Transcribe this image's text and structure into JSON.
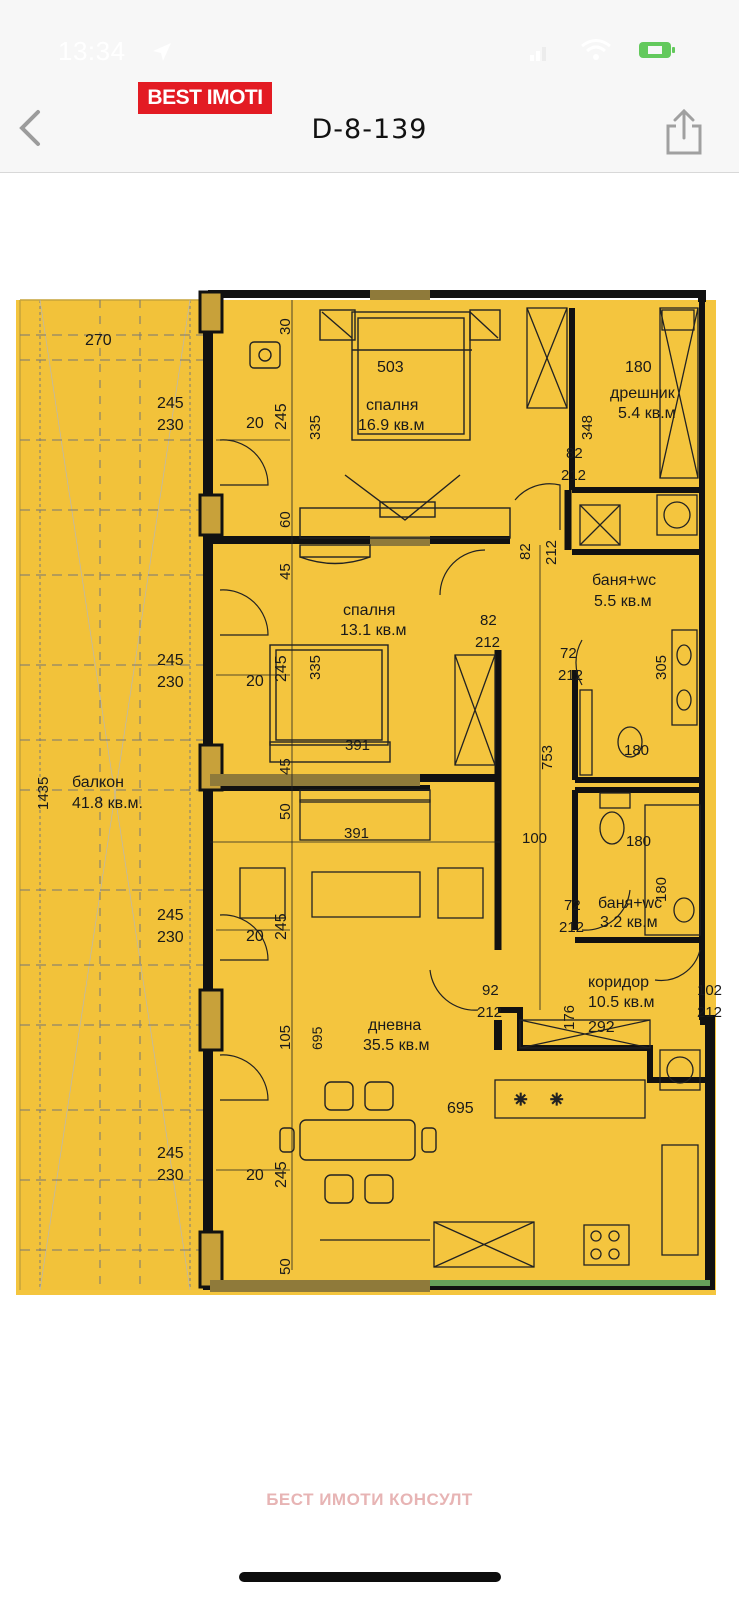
{
  "status_bar": {
    "time": "13:34"
  },
  "header": {
    "brand": "BEST IMOTI",
    "title": "D-8-139"
  },
  "rooms": {
    "bedroom1": {
      "name": "спалня",
      "area": "16.9 кв.м",
      "dim": "503"
    },
    "bedroom2": {
      "name": "спалня",
      "area": "13.1 кв.м",
      "dim": "391"
    },
    "closet": {
      "name": "дрешник",
      "area": "5.4 кв.м",
      "dim": "180",
      "dim2": "348"
    },
    "bath1": {
      "name": "баня+wc",
      "area": "5.5 кв.м",
      "dim": "305",
      "dim2": "180"
    },
    "bath2": {
      "name": "баня+wc",
      "area": "3.2 кв.м",
      "dim": "180",
      "dim2": "180"
    },
    "corridor": {
      "name": "коридор",
      "area": "10.5 кв.м",
      "dim": "292",
      "dim2": "176"
    },
    "living": {
      "name": "дневна",
      "area": "35.5 кв.м",
      "dim": "695",
      "dim2": "695"
    },
    "balcony": {
      "name": "балкон",
      "area": "41.8 кв.м.",
      "dim": "1435",
      "dim2": "270"
    }
  },
  "dims": {
    "window": [
      "245",
      "230",
      "20",
      "245"
    ],
    "d30": "30",
    "d335": "335",
    "d60": "60",
    "d45": "45",
    "d50": "50",
    "d753": "753",
    "d100": "100",
    "d105": "105",
    "d391": "391",
    "door_82_212": [
      "82",
      "212"
    ],
    "door_72_212": [
      "72",
      "212"
    ],
    "door_92_212": [
      "92",
      "212"
    ],
    "door_102_212": [
      "102",
      "212"
    ]
  },
  "colors": {
    "plan_fill": "#f4c53e",
    "wall": "#111111",
    "brand_red": "#e31b23"
  },
  "footer": {
    "watermark": "БЕСТ ИМОТИ КОНСУЛТ"
  }
}
